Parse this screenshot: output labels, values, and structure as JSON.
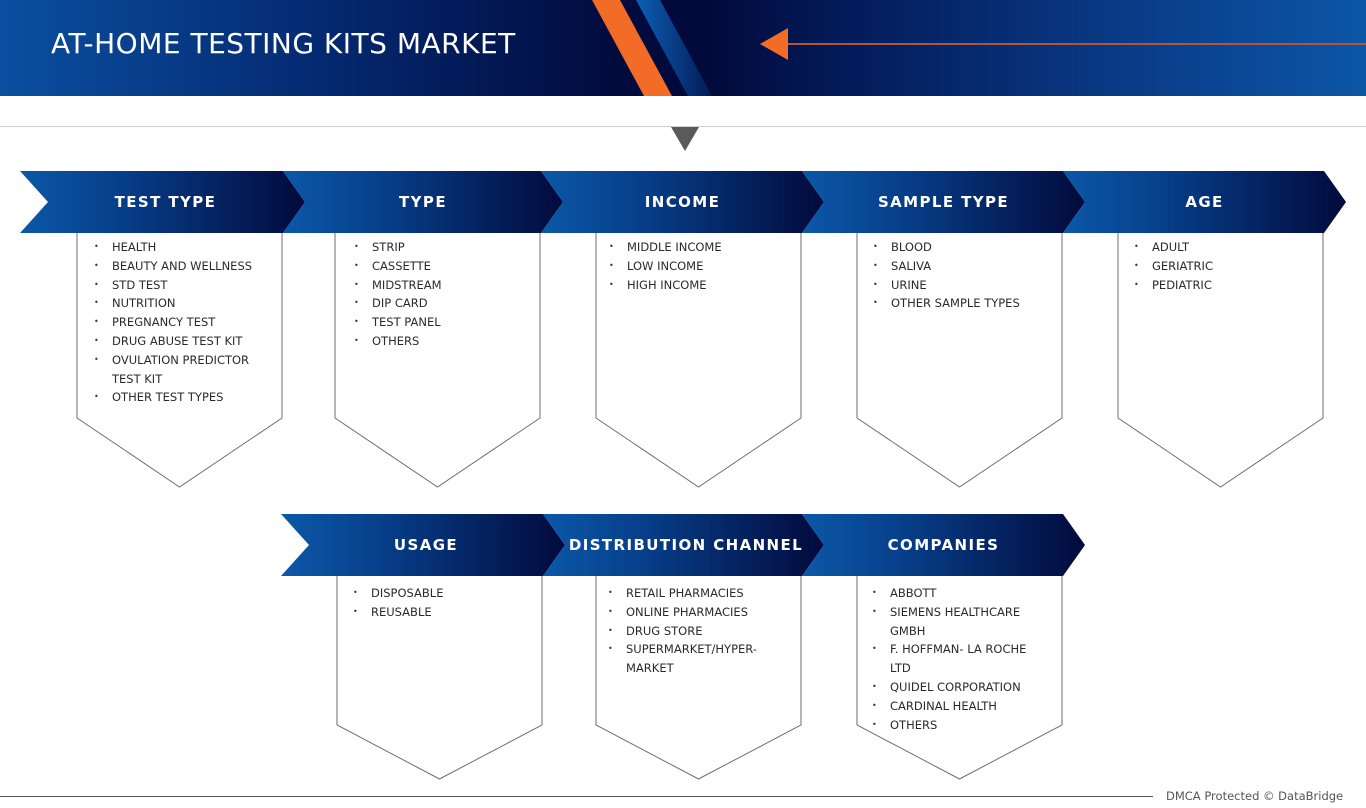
{
  "header": {
    "title": "AT-HOME TESTING KITS MARKET",
    "accent_color": "#f26b27",
    "arrow_icon": "left-arrow-icon"
  },
  "colors": {
    "banner_dark": "#020b3e",
    "banner_light": "#0c56a6",
    "chevron_light": "#0b58a8",
    "chevron_dark": "#020a3c",
    "panel_border": "#6e6e6e",
    "text": "#2a2a2a"
  },
  "segments_row1": [
    {
      "title": "TEST TYPE",
      "items": [
        "HEALTH",
        "BEAUTY AND WELLNESS",
        "STD TEST",
        "NUTRITION",
        "PREGNANCY TEST",
        "DRUG ABUSE TEST KIT",
        "OVULATION PREDICTOR TEST KIT",
        "OTHER TEST TYPES"
      ]
    },
    {
      "title": "TYPE",
      "items": [
        "STRIP",
        "CASSETTE",
        "MIDSTREAM",
        "DIP CARD",
        "TEST PANEL",
        "OTHERS"
      ]
    },
    {
      "title": "INCOME",
      "items": [
        "MIDDLE INCOME",
        "LOW INCOME",
        "HIGH INCOME"
      ]
    },
    {
      "title": "SAMPLE TYPE",
      "items": [
        "BLOOD",
        "SALIVA",
        "URINE",
        "OTHER SAMPLE TYPES"
      ]
    },
    {
      "title": "AGE",
      "items": [
        "ADULT",
        "GERIATRIC",
        "PEDIATRIC"
      ]
    }
  ],
  "segments_row2": [
    {
      "title": "USAGE",
      "items": [
        "DISPOSABLE",
        "REUSABLE"
      ]
    },
    {
      "title": "DISTRIBUTION CHANNEL",
      "items": [
        "RETAIL PHARMACIES",
        "ONLINE PHARMACIES",
        "DRUG STORE",
        "SUPERMARKET/HYPER-MARKET"
      ]
    },
    {
      "title": "COMPANIES",
      "items": [
        "ABBOTT",
        "SIEMENS HEALTHCARE GMBH",
        "F. HOFFMAN- LA ROCHE LTD",
        "QUIDEL CORPORATION",
        "CARDINAL HEALTH",
        "OTHERS"
      ]
    }
  ],
  "footer": {
    "text": "DMCA Protected © DataBridge"
  }
}
